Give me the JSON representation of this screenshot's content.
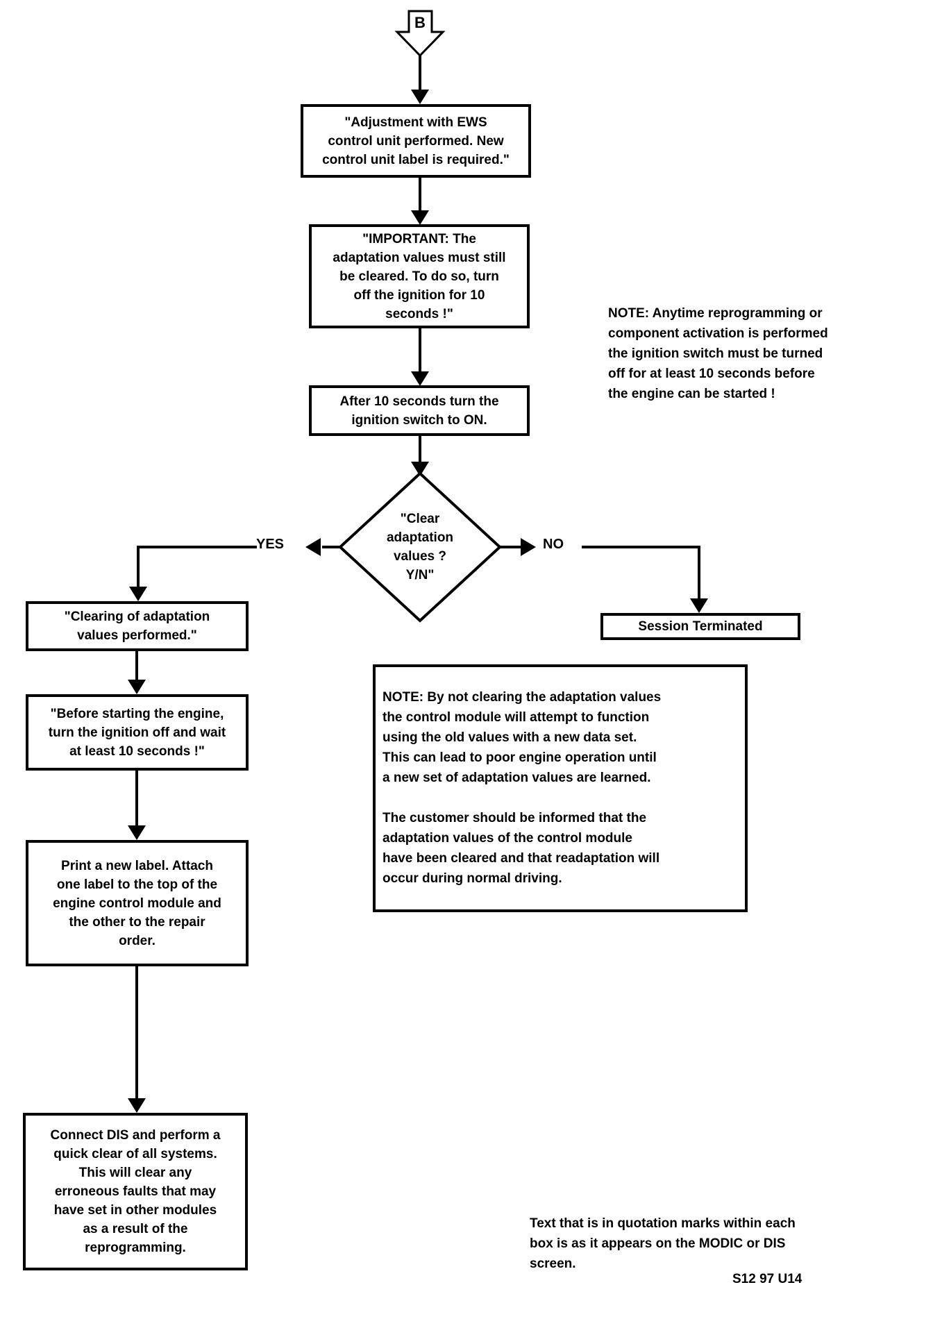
{
  "connector": {
    "label": "B"
  },
  "nodes": {
    "adjustment": "\"Adjustment with EWS\ncontrol unit performed.  New\ncontrol unit label is required.\"",
    "important": "\"IMPORTANT: The\nadaptation values must still\nbe cleared.  To do so, turn\noff the ignition for 10\nseconds !\"",
    "after_10s": "After 10 seconds turn the\nignition switch to ON.",
    "decision": "\"Clear\nadaptation\nvalues ?\nY/N\"",
    "clearing": "\"Clearing of adaptation\nvalues performed.\"",
    "before_starting": "\"Before starting the engine,\nturn the ignition off and wait\nat least 10 seconds !\"",
    "print_label": "Print a new label.  Attach\none label to the top of the\nengine control module and\nthe other to the repair\norder.",
    "connect_dis": "Connect DIS and perform a\nquick clear of all systems.\nThis will clear any\nerroneous faults that may\nhave set in other modules\nas a result of the\nreprogramming.",
    "session_terminated": "Session Terminated"
  },
  "branch_labels": {
    "yes": "YES",
    "no": "NO"
  },
  "notes": {
    "ignition_note": "NOTE: Anytime reprogramming or\ncomponent activation is performed\nthe ignition switch must be turned\noff for at least 10 seconds before\nthe engine can be started !",
    "adaptation_note": "NOTE: By not clearing the adaptation values\nthe control module will attempt to function\nusing the old values with a new data set.\nThis can lead to poor engine operation until\na new set of adaptation values are learned.\n\nThe customer should be informed that the\nadaptation values of the control module\nhave been cleared and that readaptation will\noccur during normal driving.",
    "caption": "Text that is in quotation marks within each\nbox is as it appears on the MODIC or DIS\nscreen."
  },
  "figure_code": "S12 97 U14",
  "colors": {
    "ink": "#000000",
    "background": "#ffffff"
  }
}
